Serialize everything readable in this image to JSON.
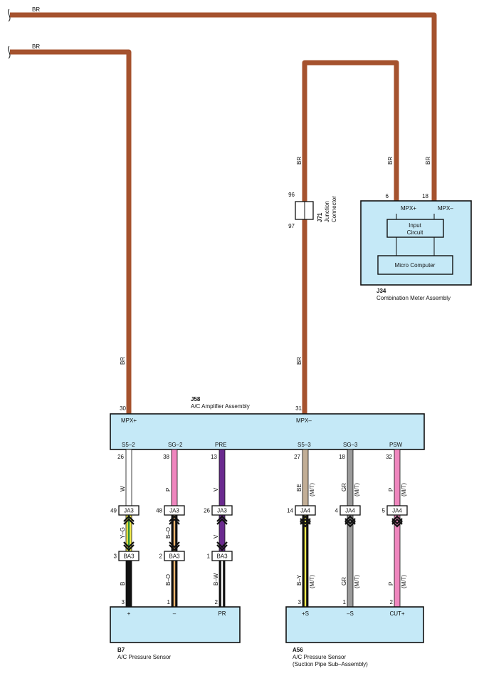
{
  "colors": {
    "BR": "#a5522e",
    "W": "#ffffff",
    "P": "#ef86be",
    "V": "#6a2a8e",
    "BE": "#c2ae96",
    "GR": "#9a9a9a",
    "B": "#111111",
    "O": "#f1b56e",
    "Y": "#f5ec4a",
    "G": "#2f8f3a",
    "component_fill": "#c5e9f7"
  },
  "wire_labels": {
    "top_br": "BR",
    "second_br": "BR",
    "j34_pin6": "BR",
    "j34_pin18": "BR",
    "j71_upper": "BR",
    "j71_lower": "BR",
    "j58_pin30": "BR"
  },
  "j34": {
    "code": "J34",
    "name": "Combination Meter Assembly",
    "pin_left": "6",
    "pin_right": "18",
    "terminal_left": "MPX+",
    "terminal_right": "MPX–",
    "input_circuit_line1": "Input",
    "input_circuit_line2": "Circuit",
    "micro_computer": "Micro Computer"
  },
  "j71": {
    "code": "J71",
    "name_line1": "Junction",
    "name_line2": "Connector",
    "pin_top": "96",
    "pin_bottom": "97"
  },
  "j58": {
    "code": "J58",
    "name": "A/C Amplifier Assembly",
    "pin_mpx_plus": "30",
    "pin_mpx_minus": "31",
    "label_mpx_plus": "MPX+",
    "label_mpx_minus": "MPX–",
    "terminals": [
      "S5–2",
      "SG–2",
      "PRE",
      "S5–3",
      "SG–3",
      "PSW"
    ],
    "pins": [
      "26",
      "38",
      "13",
      "27",
      "18",
      "32"
    ],
    "wire_colors": [
      "W",
      "P",
      "V",
      "BE",
      "GR",
      "P"
    ],
    "notes": [
      "",
      "",
      "",
      "(M/T)",
      "(M/T)",
      "(M/T)"
    ]
  },
  "connectors_upper": {
    "names": [
      "JA3",
      "JA3",
      "JA3",
      "JA4",
      "JA4",
      "JA4"
    ],
    "pins": [
      "49",
      "48",
      "26",
      "14",
      "4",
      "5"
    ]
  },
  "connectors_lower": {
    "names": [
      "BA3",
      "BA3",
      "BA3"
    ],
    "pins": [
      "3",
      "2",
      "1"
    ]
  },
  "mid_wires": {
    "labels": [
      "Y–G",
      "B–O",
      "V"
    ]
  },
  "lower_wires": {
    "labels": [
      "B",
      "B–O",
      "B–W",
      "B–Y",
      "GR",
      "P"
    ],
    "notes": [
      "",
      "",
      "",
      "(M/T)",
      "(M/T)",
      "(M/T)"
    ],
    "pins": [
      "3",
      "1",
      "2",
      "3",
      "1",
      "2"
    ]
  },
  "b7": {
    "code": "B7",
    "name": "A/C Pressure Sensor",
    "terminals": [
      "+",
      "–",
      "PR"
    ]
  },
  "a56": {
    "code": "A56",
    "name_line1": "A/C Pressure Sensor",
    "name_line2": "(Suction Pipe Sub–Assembly)",
    "terminals": [
      "+S",
      "–S",
      "CUT+"
    ]
  }
}
